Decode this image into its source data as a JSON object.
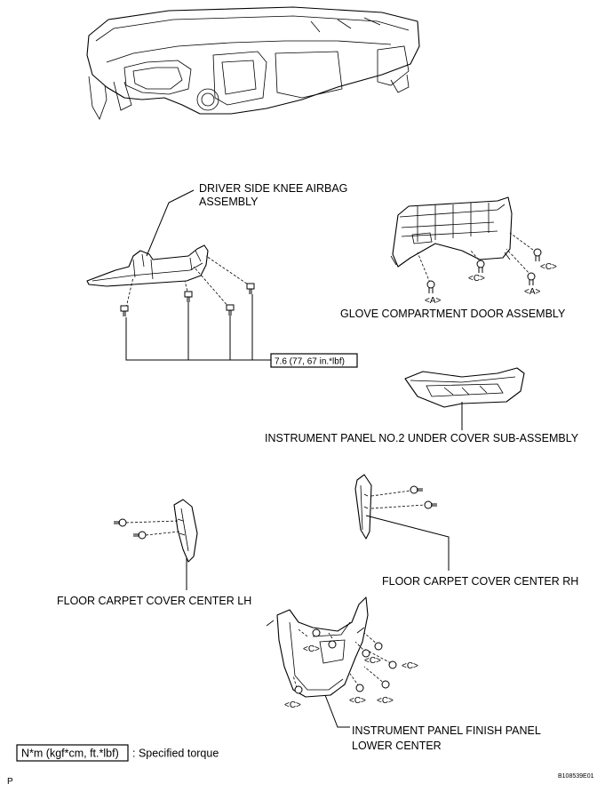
{
  "labels": {
    "knee_airbag_1": "DRIVER SIDE KNEE AIRBAG",
    "knee_airbag_2": "ASSEMBLY",
    "torque_value": "7.6 (77, 67 in.*lbf)",
    "glove_box": "GLOVE COMPARTMENT DOOR ASSEMBLY",
    "under_cover": "INSTRUMENT PANEL NO.2 UNDER COVER SUB-ASSEMBLY",
    "carpet_rh": "FLOOR CARPET COVER CENTER RH",
    "carpet_lh": "FLOOR CARPET COVER CENTER LH",
    "finish_panel_1": "INSTRUMENT PANEL FINISH PANEL",
    "finish_panel_2": "LOWER CENTER"
  },
  "callouts": {
    "a": "<A>",
    "c": "<C>"
  },
  "legend": {
    "unit_box": "N*m (kgf*cm, ft.*lbf)",
    "description": ": Specified torque"
  },
  "footer": {
    "section_letter": "P",
    "figure_id": "B108539E01"
  }
}
